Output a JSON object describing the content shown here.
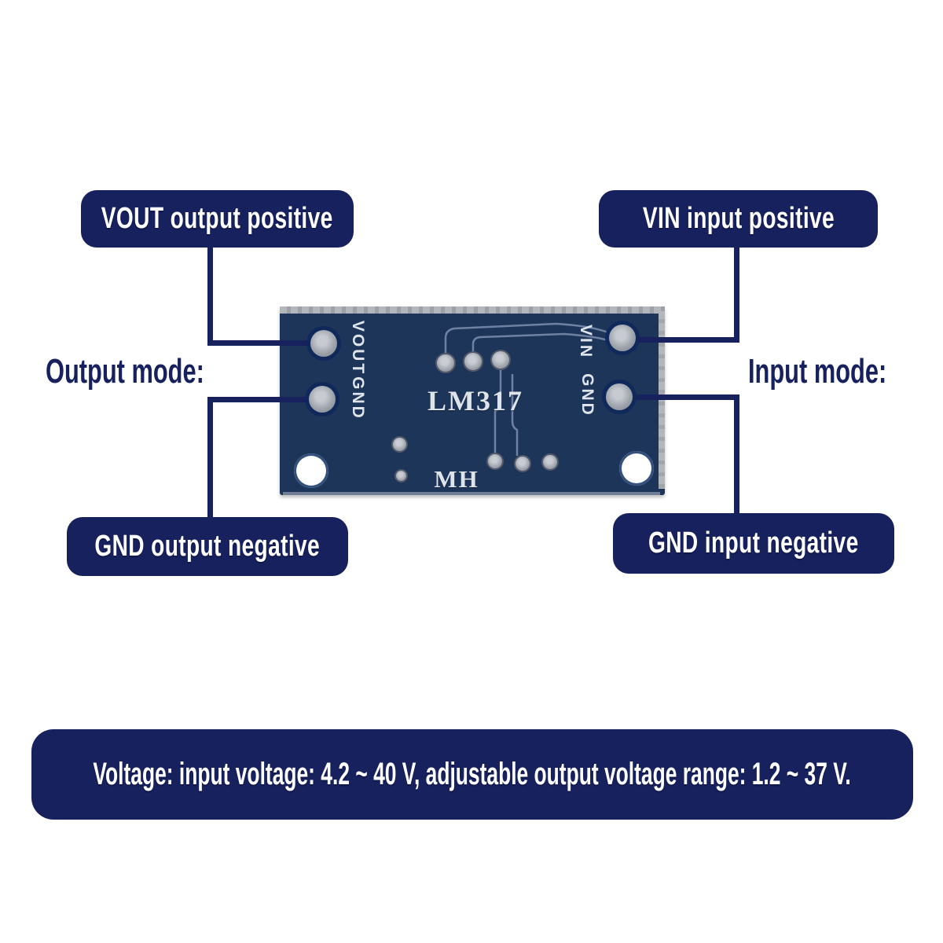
{
  "callouts": {
    "vout_positive": "VOUT output positive",
    "vin_positive": "VIN input positive",
    "gnd_output_negative": "GND output negative",
    "gnd_input_negative": "GND input negative"
  },
  "mode_labels": {
    "output": "Output mode:",
    "input": "Input mode:"
  },
  "pcb": {
    "silkscreen": {
      "chip": "LM317",
      "logo": "MH"
    },
    "pins": {
      "vout": "VOUT",
      "gnd_left": "GND",
      "vin": "VIN",
      "gnd_right": "GND"
    }
  },
  "spec_banner": "Voltage: input voltage: 4.2 ~ 40 V, adjustable output voltage range: 1.2 ~ 37 V.",
  "colors": {
    "navy": "#16215e",
    "board_blue": "#1d3559",
    "board_edge": "#b3b6bb",
    "pad_gray": "#9ba0a9",
    "pad_ring": "#10295b",
    "hole_white": "#ffffff",
    "trace": "#7d8fb0",
    "silk_white": "#dfe4ea",
    "background": "#ffffff"
  }
}
